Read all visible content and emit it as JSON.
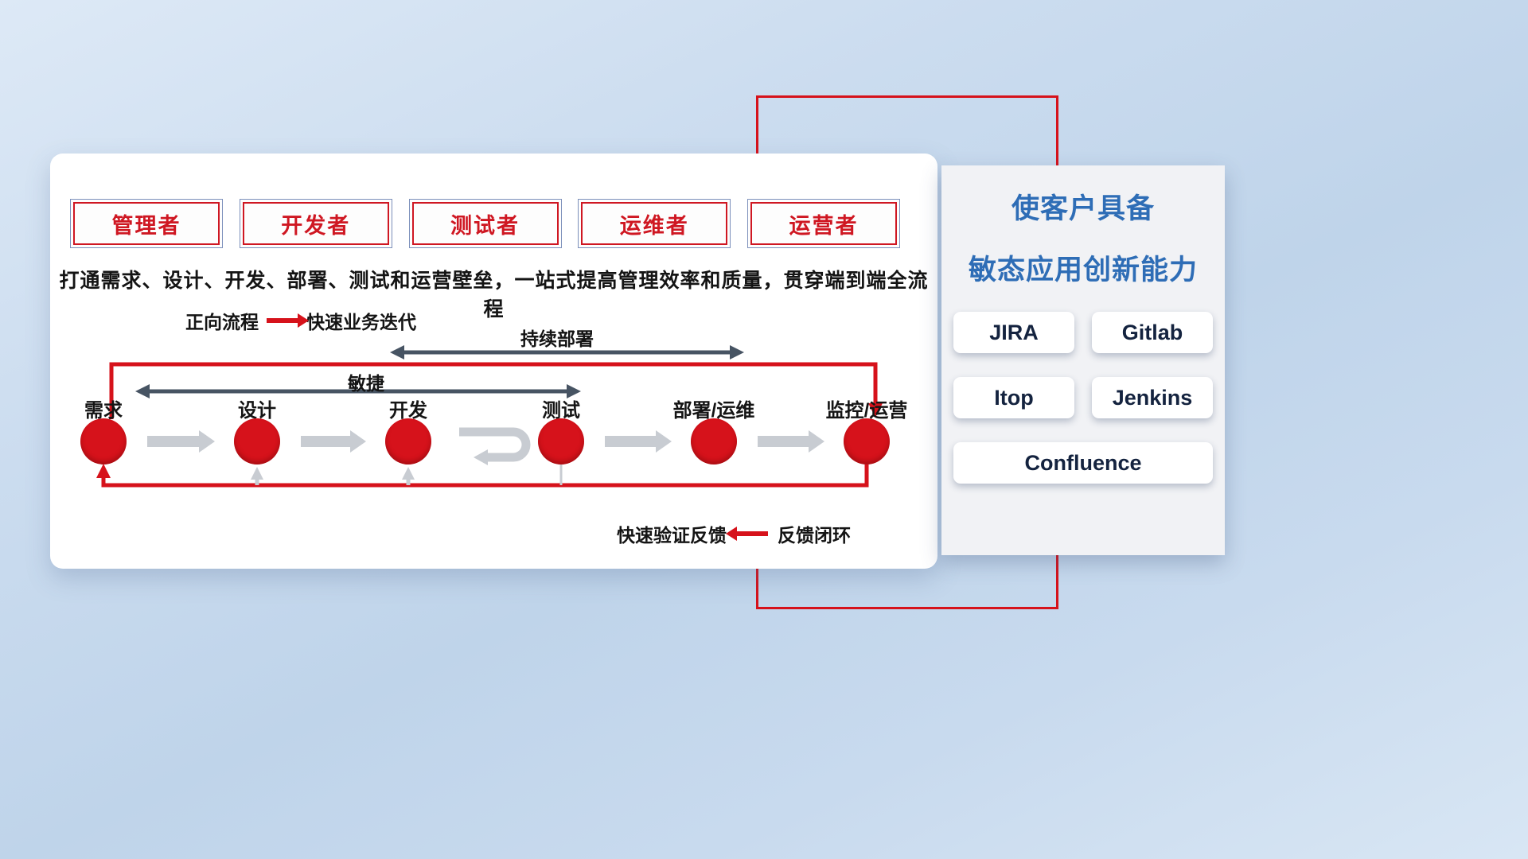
{
  "card": {
    "roles": [
      "管理者",
      "开发者",
      "测试者",
      "运维者",
      "运营者"
    ],
    "subtitle": "打通需求、设计、开发、部署、测试和运营壁垒，一站式提高管理效率和质量，贯穿端到端全流程",
    "legend_forward": {
      "label": "正向流程",
      "value": "快速业务迭代"
    },
    "legend_feedback": {
      "label": "快速验证反馈",
      "value": "反馈闭环"
    },
    "flow": {
      "stages": [
        "需求",
        "设计",
        "开发",
        "测试",
        "部署/运维",
        "监控/运营"
      ],
      "agile_label": "敏捷",
      "continuous_deploy_label": "持续部署"
    }
  },
  "panel": {
    "title_line1": "使客户具备",
    "title_line2": "敏态应用创新能力",
    "tools": [
      "JIRA",
      "Gitlab",
      "Itop",
      "Jenkins",
      "Confluence"
    ]
  },
  "colors": {
    "accent_red": "#d6121b",
    "title_blue": "#2e6db6",
    "arrow_dark": "#475463",
    "arrow_gray": "#c8ccd2",
    "role_border_red": "#cf1722",
    "role_border_blue": "#7c90bb"
  }
}
